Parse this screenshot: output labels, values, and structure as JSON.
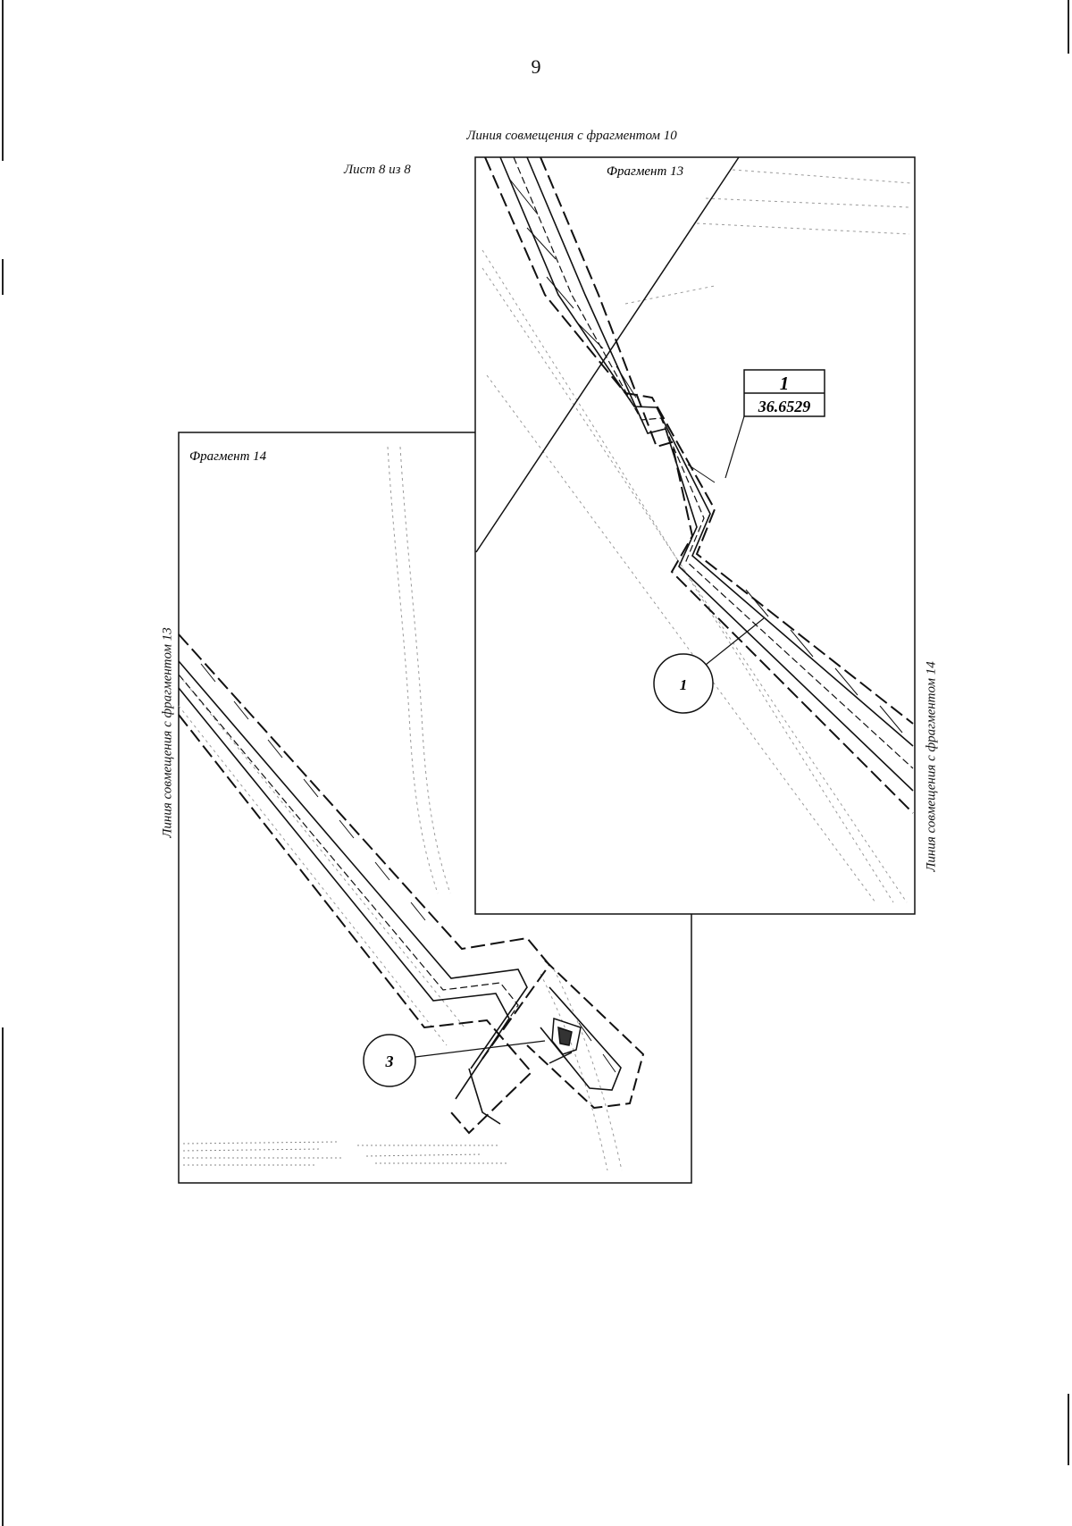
{
  "page": {
    "number": "9",
    "top_caption": "Линия совмещения с фрагментом 10",
    "sheet_label": "Лист 8 из 8",
    "left_caption": "Линия совмещения с фрагментом 13",
    "right_caption": "Линия совмещения с фрагментом 14"
  },
  "fragment13": {
    "title": "Фрагмент 13",
    "callout": {
      "index": "1",
      "value": "36.6529"
    },
    "circle_label": "1"
  },
  "fragment14": {
    "title": "Фрагмент 14",
    "circle_label": "3"
  }
}
